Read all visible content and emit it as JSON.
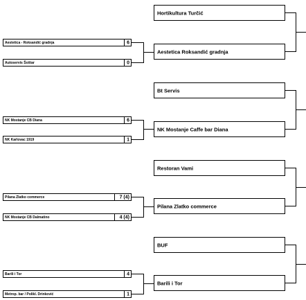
{
  "round1": [
    {
      "team1": "Aestetica - Roksandić gradnja",
      "score1": "6",
      "team2": "Autoservis Šoštar",
      "score2": "0"
    },
    {
      "team1": "NK Mostanje CB Diana",
      "score1": "6",
      "team2": "NK Karlovac 1919",
      "score2": "1"
    },
    {
      "team1": "Pilana Zlatko commerce",
      "score1": "7 (4)",
      "team2": "NK Mostanje CB Dalmatino",
      "score2": "4 (4)"
    },
    {
      "team1": "Barili i Tor",
      "score1": "4",
      "team2": "Metrop. bar / Polikl. Drinković",
      "score2": "1"
    }
  ],
  "round2": [
    {
      "seed": "Hortikultura Turčić",
      "winner": "Aestetica Roksandić gradnja"
    },
    {
      "seed": "Bt Servis",
      "winner": "NK Mostanje Caffe bar Diana"
    },
    {
      "seed": "Restoran Vami",
      "winner": "Pilana Zlatko commerce"
    },
    {
      "seed": "BUF",
      "winner": "Barili i Tor"
    }
  ]
}
